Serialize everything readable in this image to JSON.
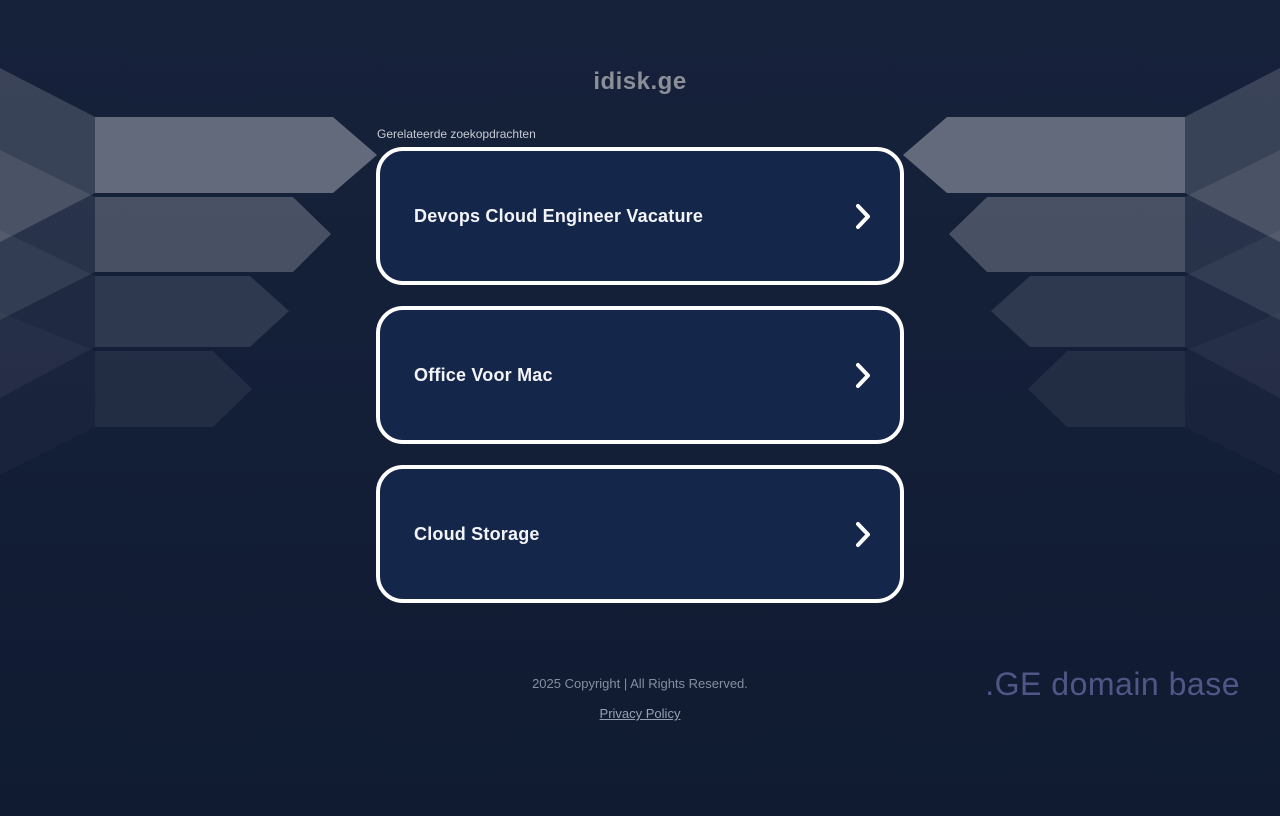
{
  "page": {
    "title": "idisk.ge",
    "related_label": "Gerelateerde zoekopdrachten"
  },
  "links": [
    {
      "label": "Devops Cloud Engineer Vacature",
      "icon": "chevron-right-icon"
    },
    {
      "label": "Office Voor Mac",
      "icon": "chevron-right-icon"
    },
    {
      "label": "Cloud Storage",
      "icon": "chevron-right-icon"
    }
  ],
  "footer": {
    "copyright": "2025 Copyright | All Rights Reserved.",
    "privacy_link": "Privacy Policy",
    "brand": ".GE domain base"
  },
  "colors": {
    "background": "#131e37",
    "card_fill": "#15264b",
    "card_border": "#ffffff",
    "card_text": "#f2f4f7",
    "title_text": "#8a8f98",
    "related_label_text": "#c6cbd2",
    "footer_text": "#848ea0",
    "privacy_link_text": "#97a0b0",
    "brand_text": "#4f5787",
    "decor_arrow_tint": "#ffffff"
  }
}
